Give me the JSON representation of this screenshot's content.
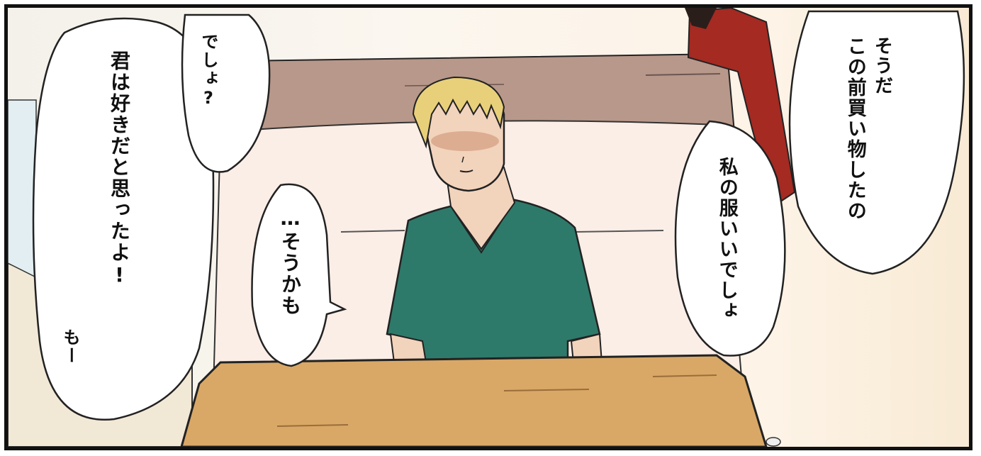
{
  "bubbles": {
    "desho": "でしょ?",
    "kimi": "君は好きだと思ったよ!",
    "mo": "もー",
    "souka": "…そうかも",
    "sou_line1": "そうだ",
    "sou_line2": "この前買い物したの",
    "watashi_line1": "私の服いいでしょ"
  },
  "colors": {
    "shirt": "#2e7a6a",
    "hair": "#e8d07a",
    "skin": "#f2d3bc",
    "table": "#d9a866",
    "headboard": "#b8988a",
    "coat": "#a52a22"
  }
}
